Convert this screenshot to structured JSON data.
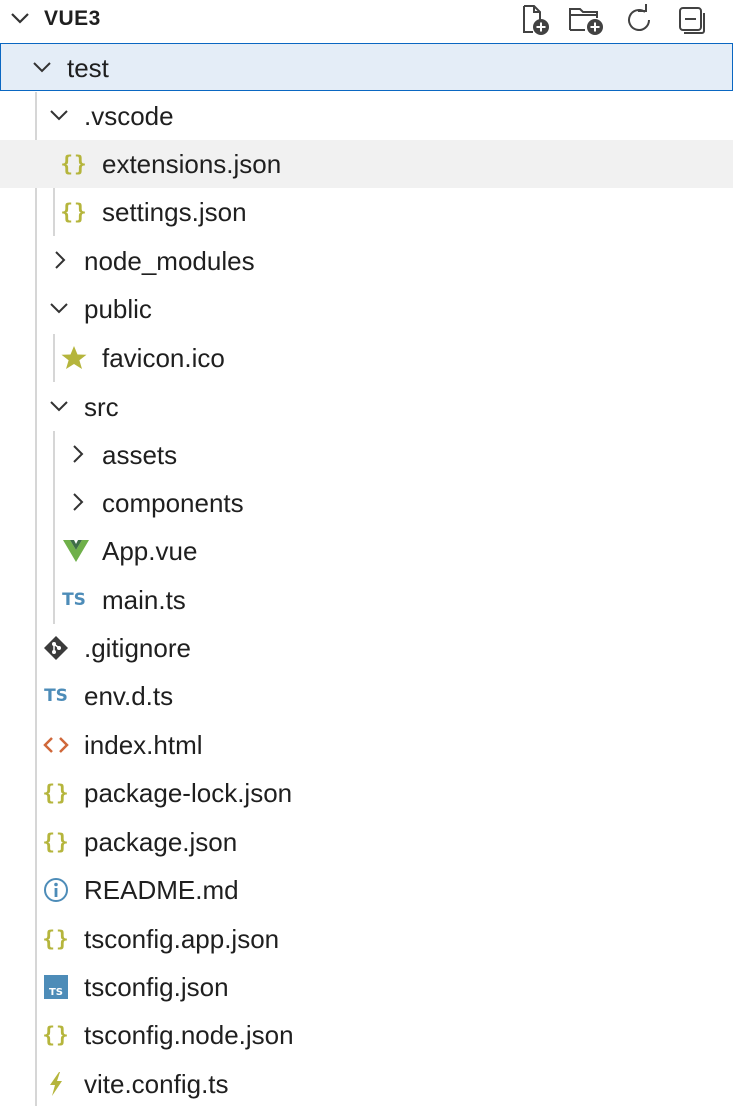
{
  "header": {
    "title": "VUE3",
    "actions": [
      "New File...",
      "New Folder...",
      "Refresh Explorer",
      "Collapse Folders in Explorer"
    ]
  },
  "colors": {
    "selection_border": "#0a67c2",
    "selection_bg": "#e4edf7",
    "json_icon": "#b5b53c",
    "ts_icon": "#4d8cb8",
    "vue_icon": "#6fb04a",
    "html_icon": "#d0683a",
    "git_icon": "#3b3b3b",
    "info_icon": "#4d8cb8",
    "vite_icon": "#b5b53c"
  },
  "tree": [
    {
      "label": "test",
      "kind": "folder",
      "expanded": true,
      "icon": "chevron-down-icon"
    },
    {
      "label": ".vscode",
      "kind": "folder",
      "expanded": true,
      "icon": "chevron-down-icon"
    },
    {
      "label": "extensions.json",
      "kind": "file",
      "icon": "json-icon"
    },
    {
      "label": "settings.json",
      "kind": "file",
      "icon": "json-icon"
    },
    {
      "label": "node_modules",
      "kind": "folder",
      "expanded": false,
      "icon": "chevron-right-icon"
    },
    {
      "label": "public",
      "kind": "folder",
      "expanded": true,
      "icon": "chevron-down-icon"
    },
    {
      "label": "favicon.ico",
      "kind": "file",
      "icon": "star-icon"
    },
    {
      "label": "src",
      "kind": "folder",
      "expanded": true,
      "icon": "chevron-down-icon"
    },
    {
      "label": "assets",
      "kind": "folder",
      "expanded": false,
      "icon": "chevron-right-icon"
    },
    {
      "label": "components",
      "kind": "folder",
      "expanded": false,
      "icon": "chevron-right-icon"
    },
    {
      "label": "App.vue",
      "kind": "file",
      "icon": "vue-icon"
    },
    {
      "label": "main.ts",
      "kind": "file",
      "icon": "typescript-icon"
    },
    {
      "label": ".gitignore",
      "kind": "file",
      "icon": "git-icon"
    },
    {
      "label": "env.d.ts",
      "kind": "file",
      "icon": "typescript-icon"
    },
    {
      "label": "index.html",
      "kind": "file",
      "icon": "html-icon"
    },
    {
      "label": "package-lock.json",
      "kind": "file",
      "icon": "json-icon"
    },
    {
      "label": "package.json",
      "kind": "file",
      "icon": "json-icon"
    },
    {
      "label": "README.md",
      "kind": "file",
      "icon": "info-icon"
    },
    {
      "label": "tsconfig.app.json",
      "kind": "file",
      "icon": "json-icon"
    },
    {
      "label": "tsconfig.json",
      "kind": "file",
      "icon": "tsconfig-icon"
    },
    {
      "label": "tsconfig.node.json",
      "kind": "file",
      "icon": "json-icon"
    },
    {
      "label": "vite.config.ts",
      "kind": "file",
      "icon": "vite-icon"
    }
  ],
  "icon_text": {
    "json": "{}",
    "ts": "TS"
  }
}
